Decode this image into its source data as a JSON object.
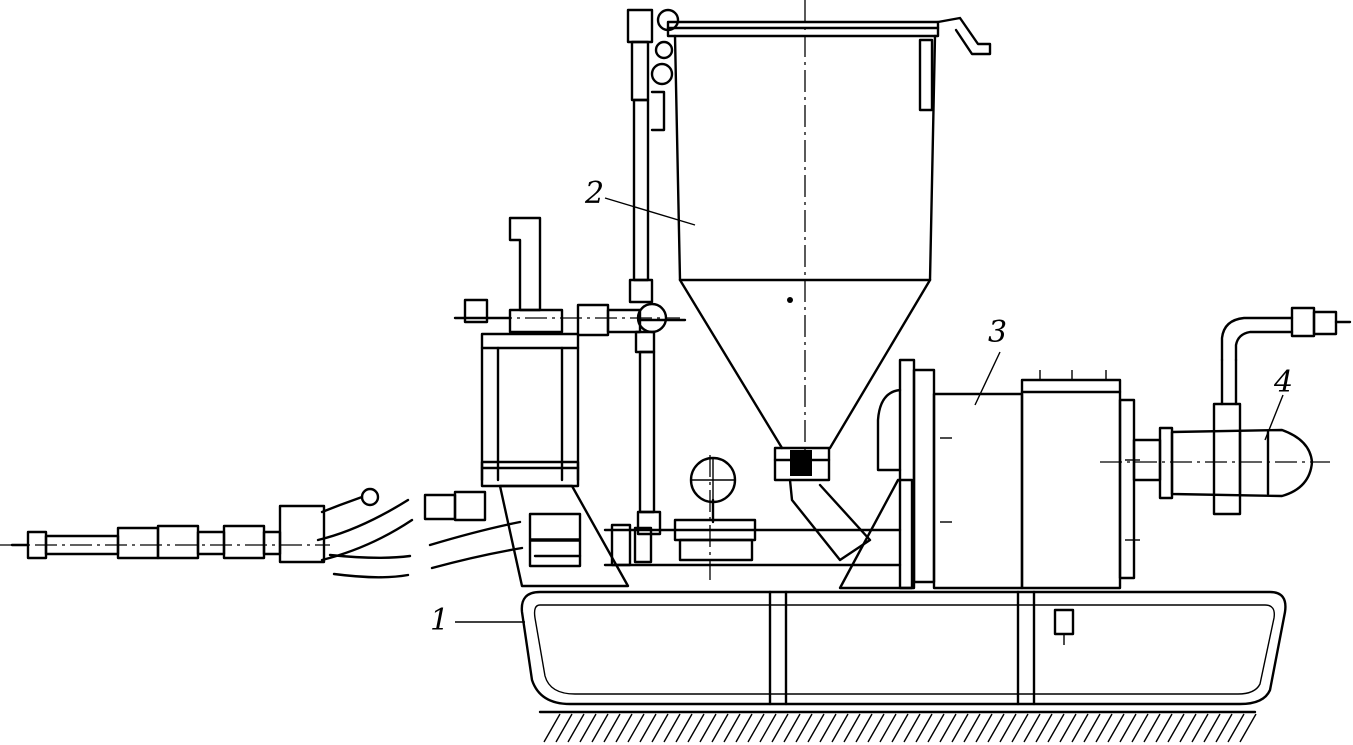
{
  "labels": {
    "frame": "1",
    "hopper": "2",
    "mixer_body": "3",
    "drive_motor": "4"
  },
  "colors": {
    "line": "#000000",
    "background": "#ffffff"
  }
}
